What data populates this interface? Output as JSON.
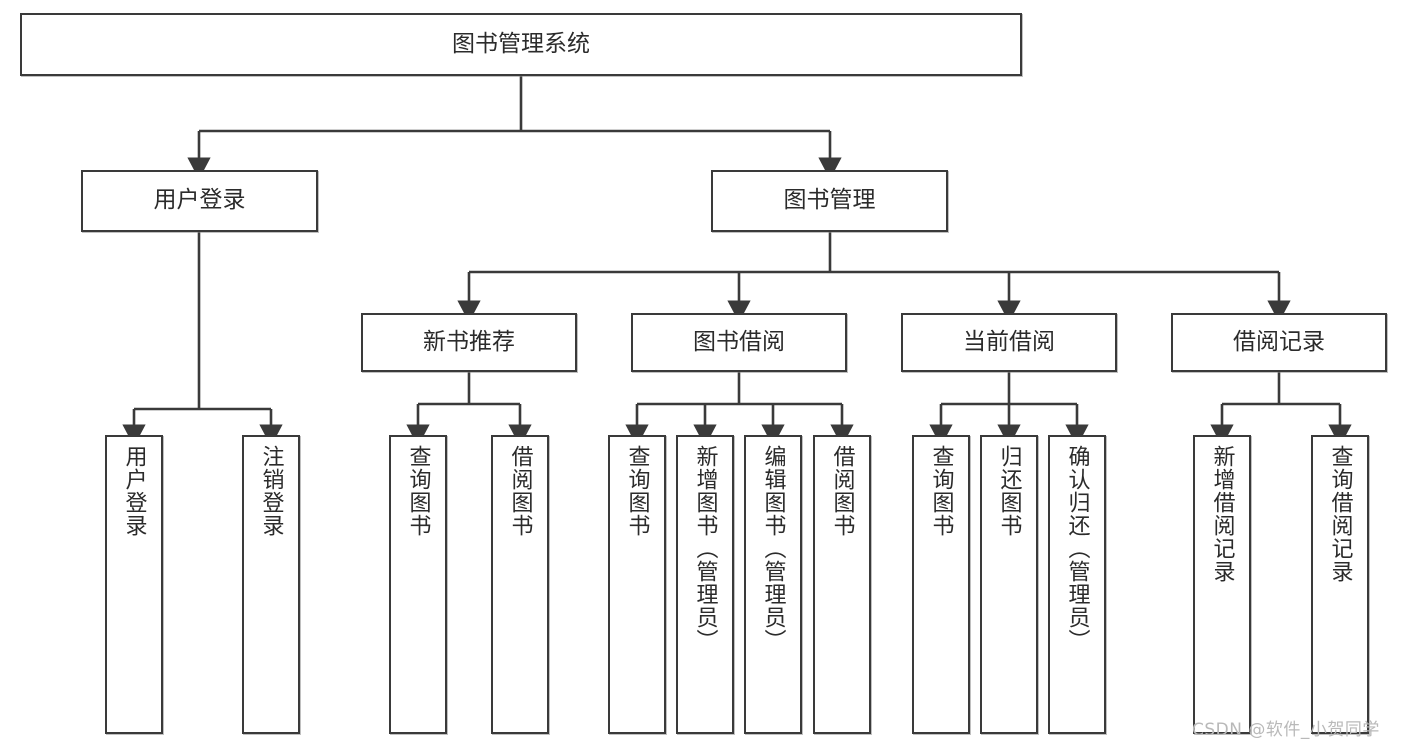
{
  "diagram": {
    "title": "图书管理系统",
    "type": "tree",
    "orientation": "top-down",
    "line_color": "#3a3a3a",
    "box_fill": "#ffffff",
    "text_color": "#2b2b2b",
    "watermark": "CSDN @软件_小贺同学",
    "nodes": {
      "root": {
        "label": "图书管理系统"
      },
      "level2": [
        {
          "id": "user-login",
          "label": "用户登录"
        },
        {
          "id": "book-manage",
          "label": "图书管理"
        }
      ],
      "level3": [
        {
          "id": "new-book-recommend",
          "label": "新书推荐"
        },
        {
          "id": "book-borrow",
          "label": "图书借阅"
        },
        {
          "id": "current-borrow",
          "label": "当前借阅"
        },
        {
          "id": "borrow-record",
          "label": "借阅记录"
        }
      ],
      "leaves": {
        "user-login": [
          {
            "id": "leaf-user-login",
            "label": "用户登录"
          },
          {
            "id": "leaf-logout",
            "label": "注销登录"
          }
        ],
        "new-book-recommend": [
          {
            "id": "leaf-query-book-1",
            "label": "查询图书"
          },
          {
            "id": "leaf-borrow-book-1",
            "label": "借阅图书"
          }
        ],
        "book-borrow": [
          {
            "id": "leaf-query-book-2",
            "label": "查询图书"
          },
          {
            "id": "leaf-add-book",
            "label": "新增图书（管理员）"
          },
          {
            "id": "leaf-edit-book",
            "label": "编辑图书（管理员）"
          },
          {
            "id": "leaf-borrow-book-2",
            "label": "借阅图书"
          }
        ],
        "current-borrow": [
          {
            "id": "leaf-query-book-3",
            "label": "查询图书"
          },
          {
            "id": "leaf-return-book",
            "label": "归还图书"
          },
          {
            "id": "leaf-confirm-return",
            "label": "确认归还（管理员）"
          }
        ],
        "borrow-record": [
          {
            "id": "leaf-add-record",
            "label": "新增借阅记录"
          },
          {
            "id": "leaf-query-record",
            "label": "查询借阅记录"
          }
        ]
      }
    }
  }
}
